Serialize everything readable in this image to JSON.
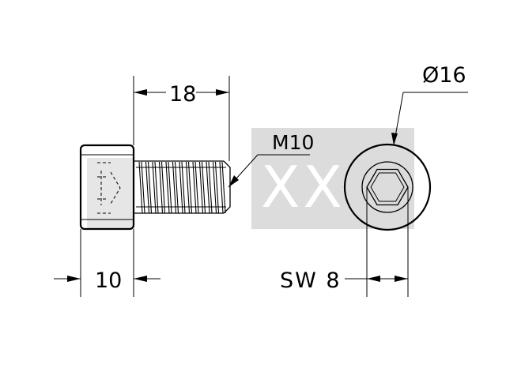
{
  "drawing": {
    "dim_shank_length": "18",
    "dim_head_length": "10",
    "thread_label": "M10",
    "head_diameter": "Ø16",
    "wrench_size": "SW 8",
    "watermark_text": "XX"
  },
  "colors": {
    "line": "#000000",
    "watermark": "#d9d9d9",
    "background": "#ffffff"
  }
}
